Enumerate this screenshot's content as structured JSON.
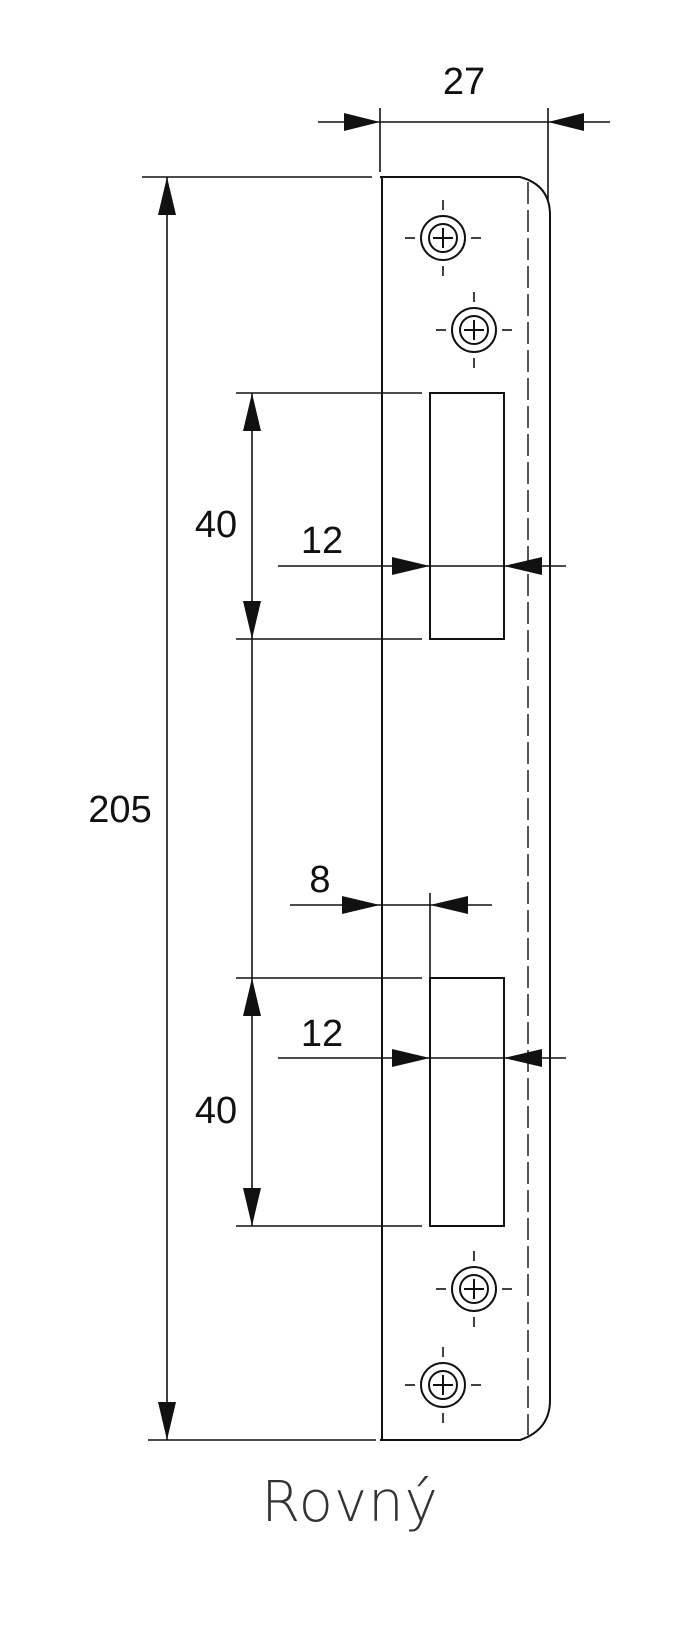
{
  "drawing": {
    "dimensions": {
      "width_total": "27",
      "height_total": "205",
      "upper_opening_height": "40",
      "upper_opening_depth": "12",
      "edge_offset": "8",
      "lower_opening_depth": "12",
      "lower_opening_height": "40"
    },
    "caption": "Rovný"
  }
}
